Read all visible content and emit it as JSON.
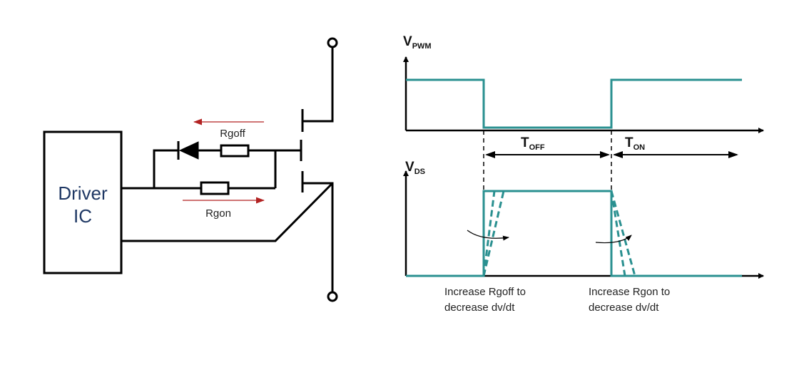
{
  "circuit": {
    "driver_label_line1": "Driver",
    "driver_label_line2": "IC",
    "rgoff_label": "Rgoff",
    "rgon_label": "Rgon",
    "arrow_color": "#b22222",
    "wire_color": "#000000"
  },
  "waveforms": {
    "vpwm_label_main": "V",
    "vpwm_label_sub": "PWM",
    "vds_label_main": "V",
    "vds_label_sub": "DS",
    "toff_label_main": "T",
    "toff_label_sub": "OFF",
    "ton_label_main": "T",
    "ton_label_sub": "ON",
    "trace_color": "#2a9090",
    "annotation_left_line1": "Increase Rgoff to",
    "annotation_left_line2": "decrease dv/dt",
    "annotation_right_line1": "Increase Rgon to",
    "annotation_right_line2": "decrease dv/dt"
  }
}
